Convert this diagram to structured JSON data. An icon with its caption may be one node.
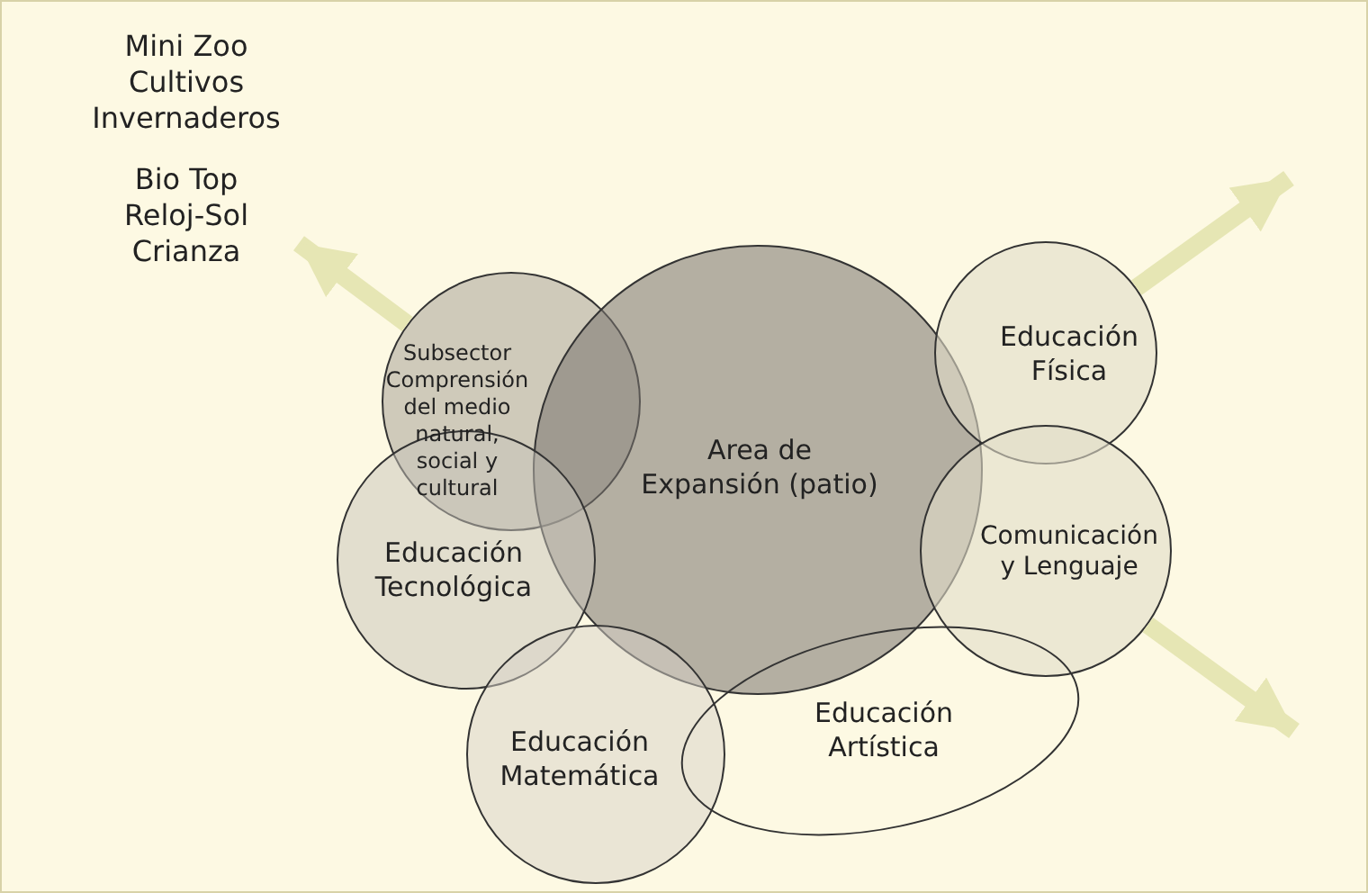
{
  "diagram": {
    "nodes": [
      {
        "text": [
          "Mini Zoo Cultivos Invernaderos",
          "Bio Top Reloj-Sol Crianza"
        ]
      },
      {
        "text": [
          "Subsector Comprensión del medio natural, social y cultural"
        ]
      },
      {
        "text": [
          "Area de Expansión (patio)"
        ]
      },
      {
        "text": [
          "Educación Física"
        ]
      },
      {
        "text": [
          "Comunicación y Lenguaje"
        ]
      },
      {
        "text": [
          "Educación Tecnológica"
        ]
      },
      {
        "text": [
          "Educación Matemática"
        ]
      },
      {
        "text": [
          "Educación Artística"
        ]
      }
    ],
    "edges": [
      {
        "from": 1,
        "to": 0,
        "arrow": "to"
      },
      {
        "from": 3,
        "to": null,
        "arrow": "to"
      },
      {
        "from": 4,
        "to": null,
        "arrow": "to"
      }
    ]
  }
}
